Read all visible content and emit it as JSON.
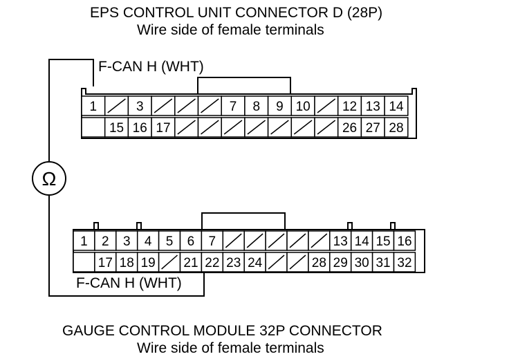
{
  "eps_connector": {
    "title": "EPS CONTROL UNIT CONNECTOR D (28P)",
    "subtitle": "Wire side of female terminals",
    "probe_label": "F-CAN H (WHT)",
    "row1": [
      "1",
      "",
      "3",
      "",
      "",
      "",
      "7",
      "8",
      "9",
      "10",
      "",
      "12",
      "13",
      "14"
    ],
    "row2": [
      "",
      "15",
      "16",
      "17",
      "",
      "",
      "",
      "",
      "",
      "",
      "",
      "26",
      "27",
      "28"
    ]
  },
  "gauge_connector": {
    "title": "GAUGE CONTROL MODULE 32P CONNECTOR",
    "subtitle": "Wire side of female terminals",
    "probe_label": "F-CAN H (WHT)",
    "row1": [
      "1",
      "2",
      "3",
      "4",
      "5",
      "6",
      "7",
      "",
      "",
      "",
      "",
      "",
      "13",
      "14",
      "15",
      "16"
    ],
    "row2": [
      "",
      "17",
      "18",
      "19",
      "",
      "21",
      "22",
      "23",
      "24",
      "",
      "",
      "28",
      "29",
      "30",
      "31",
      "32"
    ]
  },
  "meter": {
    "symbol": "Ω",
    "icon": "ohmmeter-icon"
  }
}
